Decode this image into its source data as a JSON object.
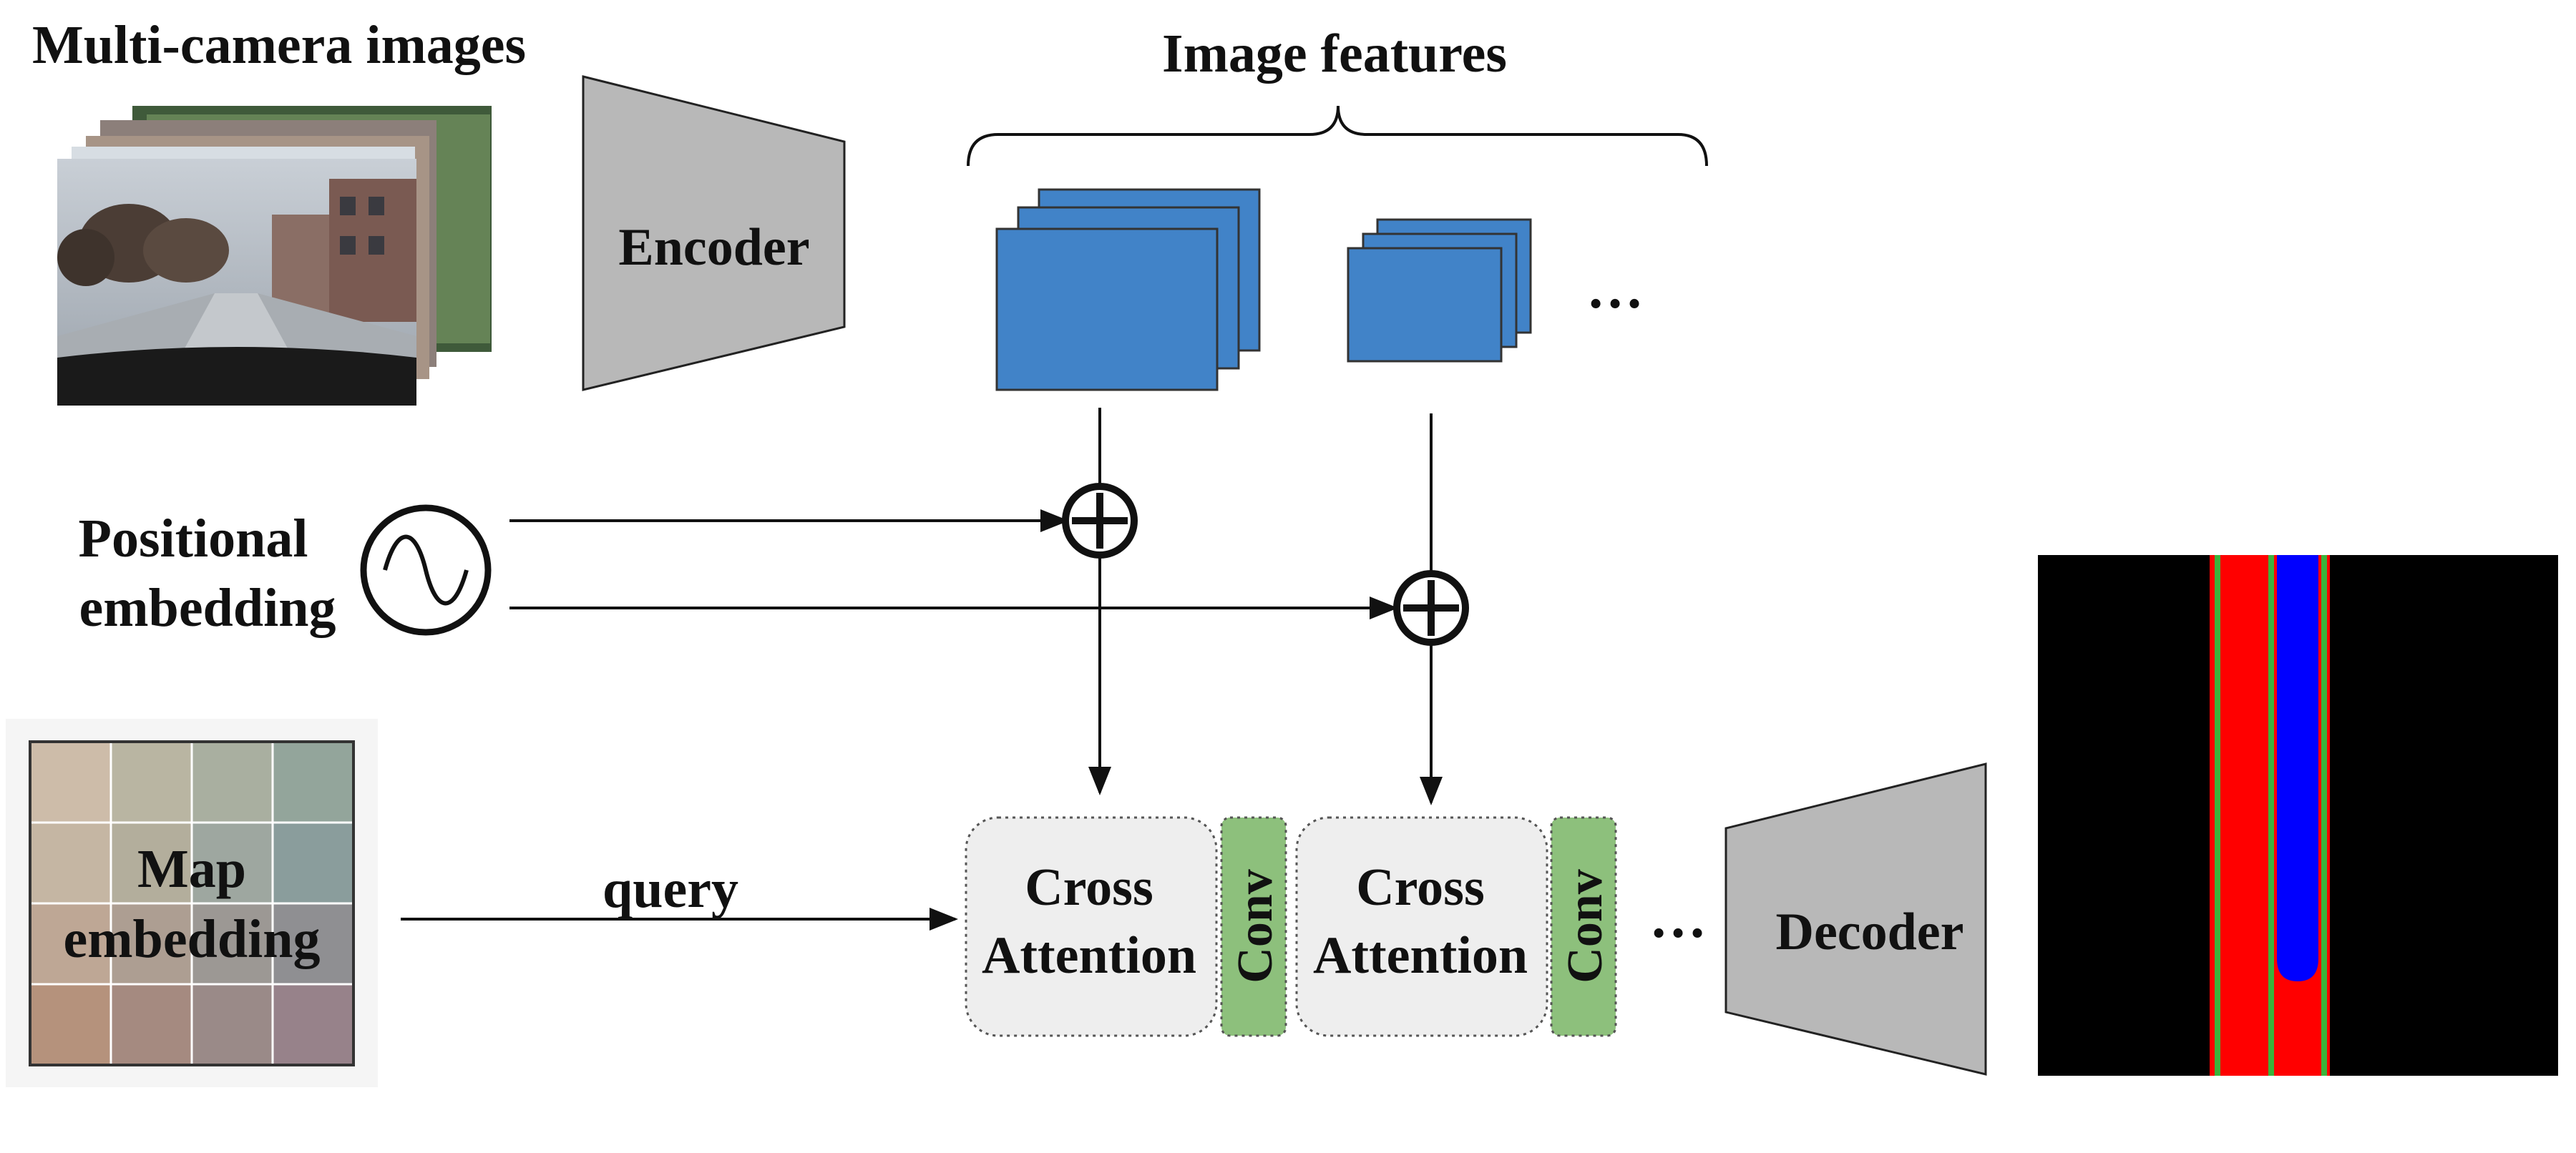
{
  "labels": {
    "multi_camera": "Multi-camera images",
    "encoder": "Encoder",
    "image_features": "Image features",
    "positional_line1": "Positional",
    "positional_line2": "embedding",
    "map_line1": "Map",
    "map_line2": "embedding",
    "query": "query",
    "cross_attention_1_line1": "Cross",
    "cross_attention_1_line2": "Attention",
    "conv_1": "Conv",
    "cross_attention_2_line1": "Cross",
    "cross_attention_2_line2": "Attention",
    "conv_2": "Conv",
    "decoder": "Decoder",
    "ellipsis_features": "…",
    "ellipsis_blocks": "…"
  },
  "colors": {
    "feature_map": "#4183c8",
    "block_fill": "#eeeeee",
    "conv_fill": "#8dc07c",
    "trapezoid": "#b8b8b8",
    "output_background": "#000000",
    "output_red": "#ff0000",
    "output_green": "#3bb33b",
    "output_blue": "#0000ff"
  }
}
